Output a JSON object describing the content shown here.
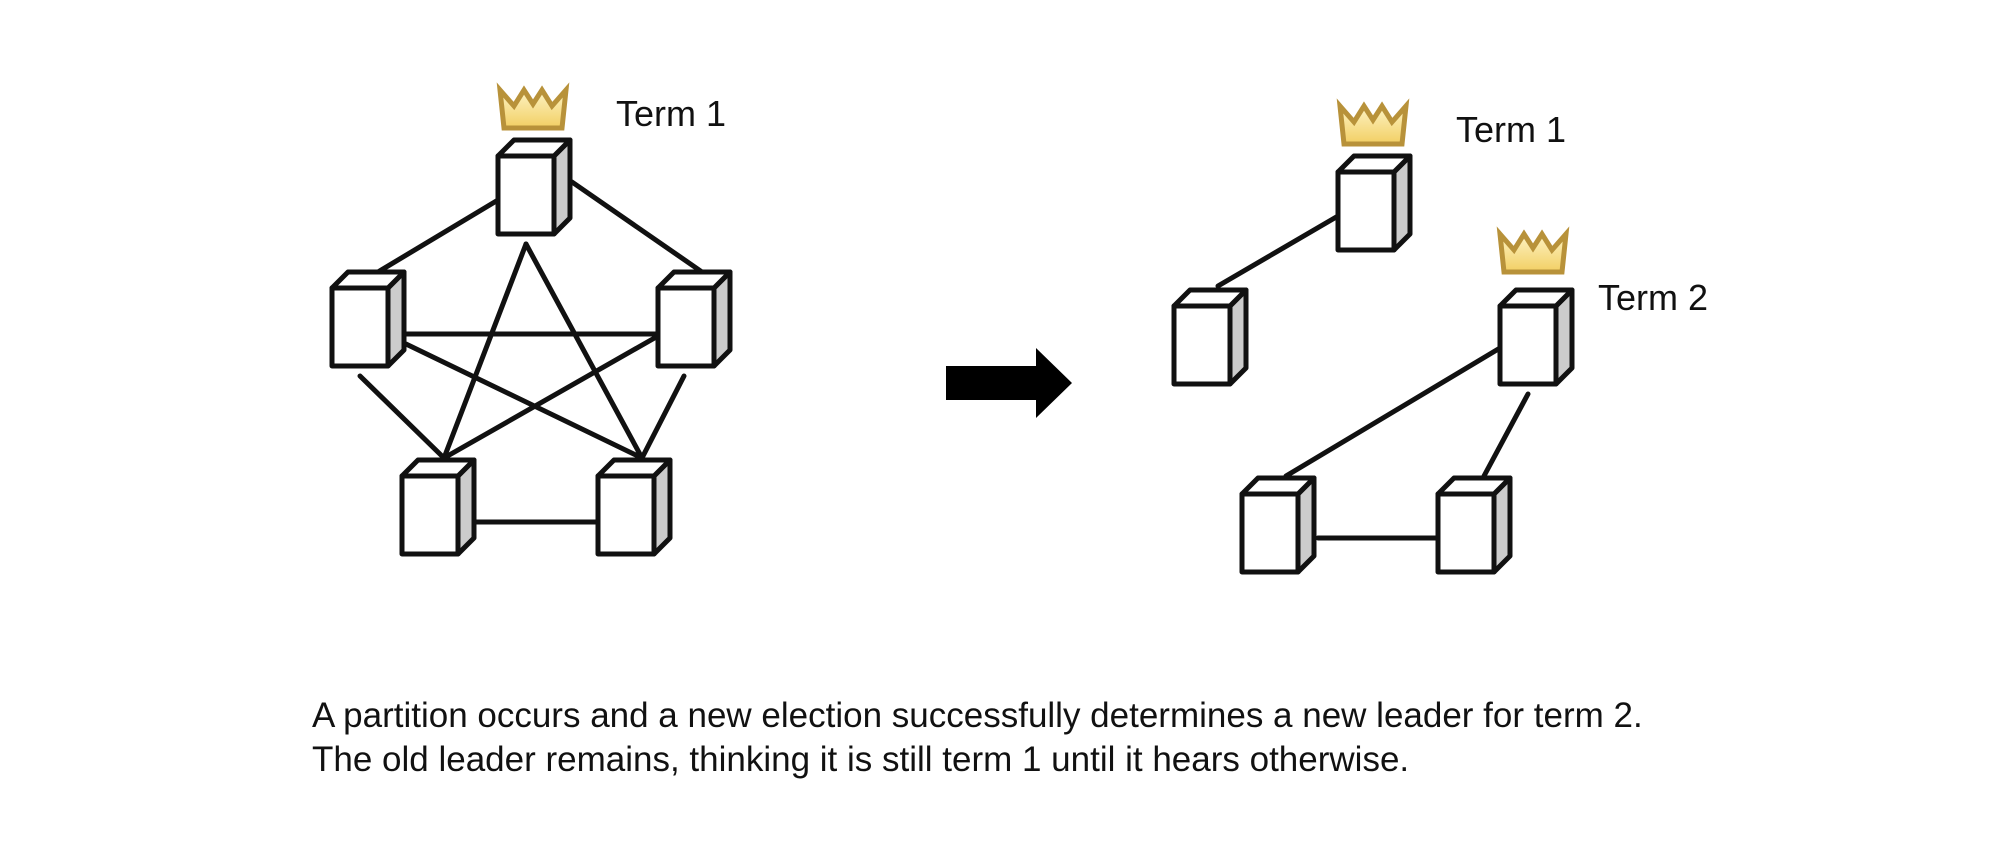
{
  "colors": {
    "stroke": "#111111",
    "server_front": "#ffffff",
    "server_side": "#cccccc",
    "crown_fill_top": "#fdf3c4",
    "crown_fill_bottom": "#f2cf63",
    "crown_stroke": "#b8923a",
    "arrow": "#000000"
  },
  "before": {
    "leader_label": "Term 1",
    "leader_icon": "crown-icon",
    "server_icon": "server-icon"
  },
  "after": {
    "old_leader_label": "Term 1",
    "new_leader_label": "Term 2",
    "leader_icon": "crown-icon",
    "server_icon": "server-icon"
  },
  "transition_icon": "right-arrow-icon",
  "caption": {
    "line1": "A partition occurs and a new election successfully determines a new leader for term 2.",
    "line2": "The old leader remains, thinking it is still term 1 until it hears otherwise."
  }
}
